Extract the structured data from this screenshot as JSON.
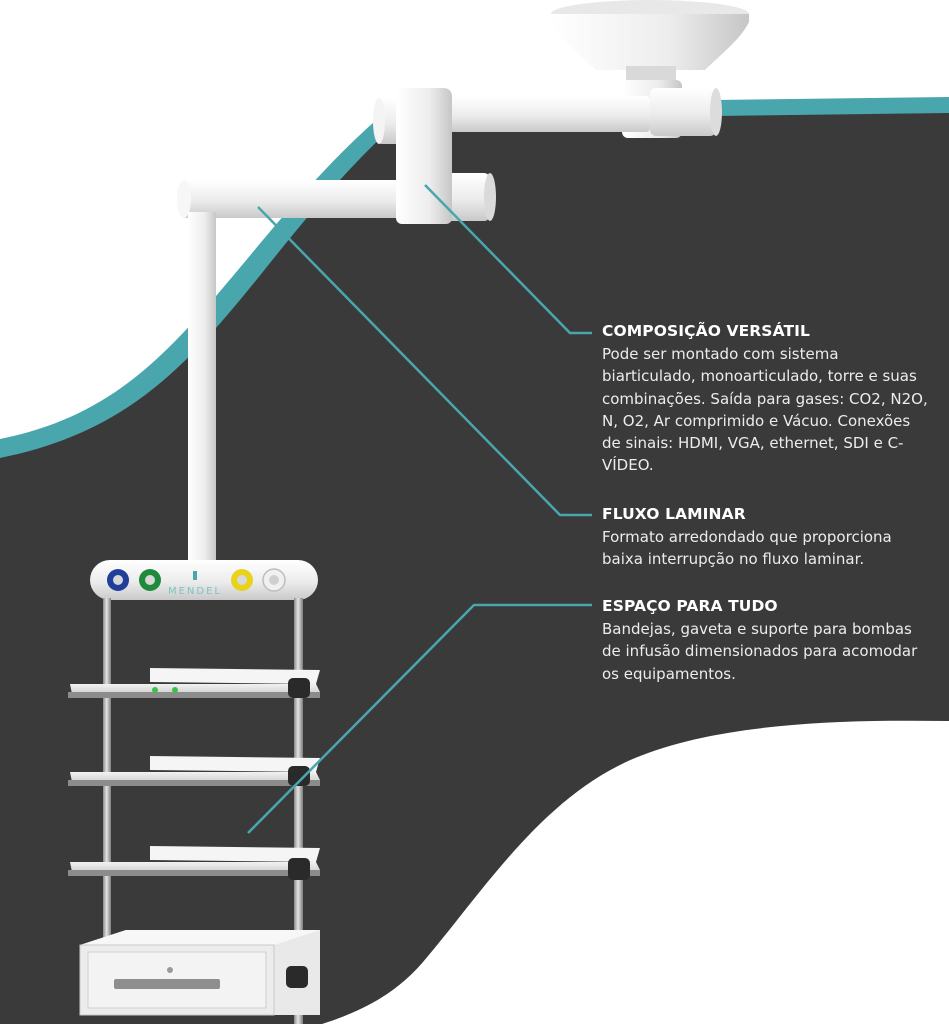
{
  "brand": {
    "logo_text": "MENDEL",
    "accent_color": "#4aa6ad",
    "background_color": "#3a3a3a"
  },
  "features": [
    {
      "title": "COMPOSIÇÃO VERSÁTIL",
      "text": "Pode ser montado com sistema biarticulado, monoarticulado, torre e suas combinações. Saída para gases: CO2, N2O, N, O2, Ar comprimido e Vácuo. Conexões de sinais: HDMI, VGA, ethernet, SDI e C-VÍDEO."
    },
    {
      "title": "FLUXO LAMINAR",
      "text": "Formato arredondado que proporciona baixa interrupção no fluxo laminar."
    },
    {
      "title": "ESPAÇO PARA TUDO",
      "text": "Bandejas, gaveta e suporte para bombas de infusão dimensionados para acomodar os equipamentos."
    }
  ],
  "gas_outlets": [
    {
      "name": "blue-outlet",
      "color": "#1f3f9a"
    },
    {
      "name": "green-outlet",
      "color": "#1f8a3a"
    },
    {
      "name": "yellow-outlet",
      "color": "#e8d21a"
    },
    {
      "name": "white-outlet",
      "color": "#e6e6e6"
    }
  ]
}
